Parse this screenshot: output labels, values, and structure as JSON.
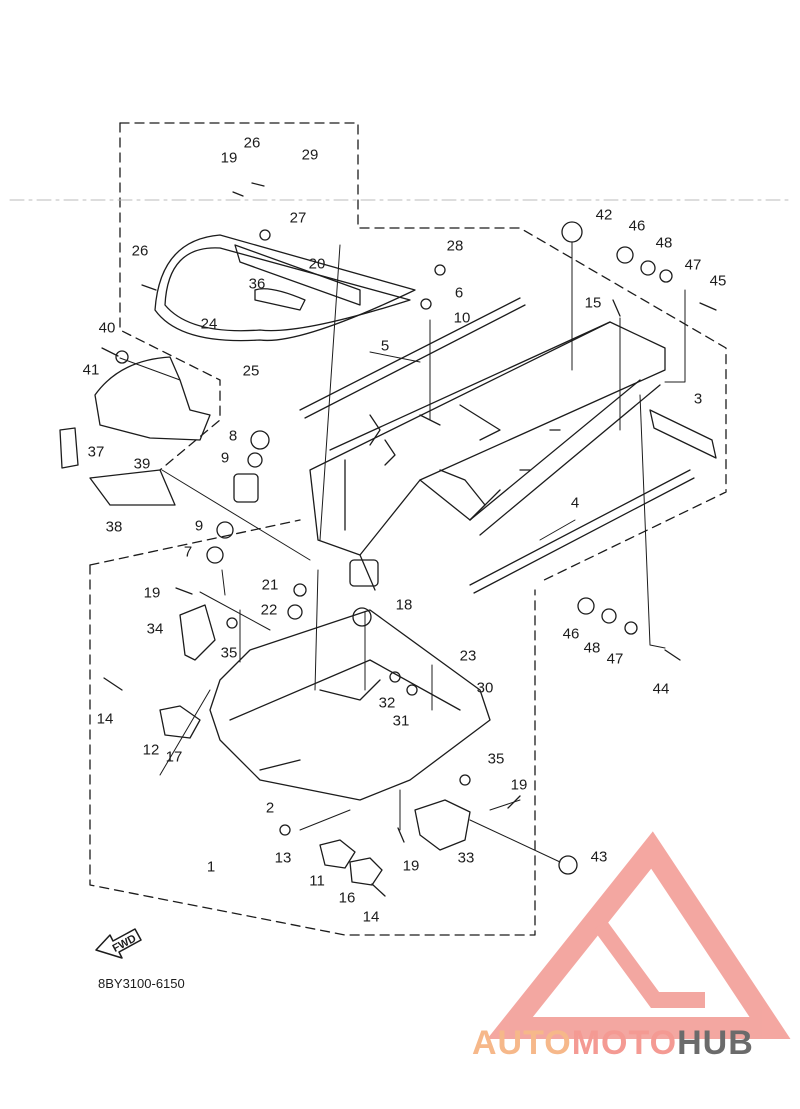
{
  "diagram": {
    "part_number": "8BY3100-6150",
    "direction_label": "FWD",
    "callouts": [
      {
        "id": "c1",
        "label": "1"
      },
      {
        "id": "c2",
        "label": "2"
      },
      {
        "id": "c3",
        "label": "3"
      },
      {
        "id": "c4",
        "label": "4"
      },
      {
        "id": "c5",
        "label": "5"
      },
      {
        "id": "c6",
        "label": "6"
      },
      {
        "id": "c7",
        "label": "7"
      },
      {
        "id": "c8",
        "label": "8"
      },
      {
        "id": "c9a",
        "label": "9"
      },
      {
        "id": "c9b",
        "label": "9"
      },
      {
        "id": "c10",
        "label": "10"
      },
      {
        "id": "c11",
        "label": "11"
      },
      {
        "id": "c12",
        "label": "12"
      },
      {
        "id": "c13",
        "label": "13"
      },
      {
        "id": "c14a",
        "label": "14"
      },
      {
        "id": "c14b",
        "label": "14"
      },
      {
        "id": "c15",
        "label": "15"
      },
      {
        "id": "c16",
        "label": "16"
      },
      {
        "id": "c17",
        "label": "17"
      },
      {
        "id": "c18",
        "label": "18"
      },
      {
        "id": "c19a",
        "label": "19"
      },
      {
        "id": "c19b",
        "label": "19"
      },
      {
        "id": "c19c",
        "label": "19"
      },
      {
        "id": "c19d",
        "label": "19"
      },
      {
        "id": "c20",
        "label": "20"
      },
      {
        "id": "c21",
        "label": "21"
      },
      {
        "id": "c22",
        "label": "22"
      },
      {
        "id": "c23",
        "label": "23"
      },
      {
        "id": "c24",
        "label": "24"
      },
      {
        "id": "c25",
        "label": "25"
      },
      {
        "id": "c26a",
        "label": "26"
      },
      {
        "id": "c26b",
        "label": "26"
      },
      {
        "id": "c27",
        "label": "27"
      },
      {
        "id": "c28",
        "label": "28"
      },
      {
        "id": "c29",
        "label": "29"
      },
      {
        "id": "c30",
        "label": "30"
      },
      {
        "id": "c31",
        "label": "31"
      },
      {
        "id": "c32",
        "label": "32"
      },
      {
        "id": "c33",
        "label": "33"
      },
      {
        "id": "c34",
        "label": "34"
      },
      {
        "id": "c35a",
        "label": "35"
      },
      {
        "id": "c35b",
        "label": "35"
      },
      {
        "id": "c36",
        "label": "36"
      },
      {
        "id": "c37",
        "label": "37"
      },
      {
        "id": "c38",
        "label": "38"
      },
      {
        "id": "c39",
        "label": "39"
      },
      {
        "id": "c40",
        "label": "40"
      },
      {
        "id": "c41",
        "label": "41"
      },
      {
        "id": "c42",
        "label": "42"
      },
      {
        "id": "c43",
        "label": "43"
      },
      {
        "id": "c44",
        "label": "44"
      },
      {
        "id": "c45",
        "label": "45"
      },
      {
        "id": "c46a",
        "label": "46"
      },
      {
        "id": "c46b",
        "label": "46"
      },
      {
        "id": "c47a",
        "label": "47"
      },
      {
        "id": "c47b",
        "label": "47"
      },
      {
        "id": "c48a",
        "label": "48"
      },
      {
        "id": "c48b",
        "label": "48"
      }
    ]
  },
  "watermark": {
    "text_part1": "AUTO",
    "text_part2": "MOTO",
    "text_part3": "HUB",
    "accent_color": "#f08a82",
    "secondary_color": "#f6b88a",
    "gray_color": "#6b6b6b"
  },
  "colors": {
    "ink": "#1c1c1c",
    "background": "#ffffff"
  }
}
